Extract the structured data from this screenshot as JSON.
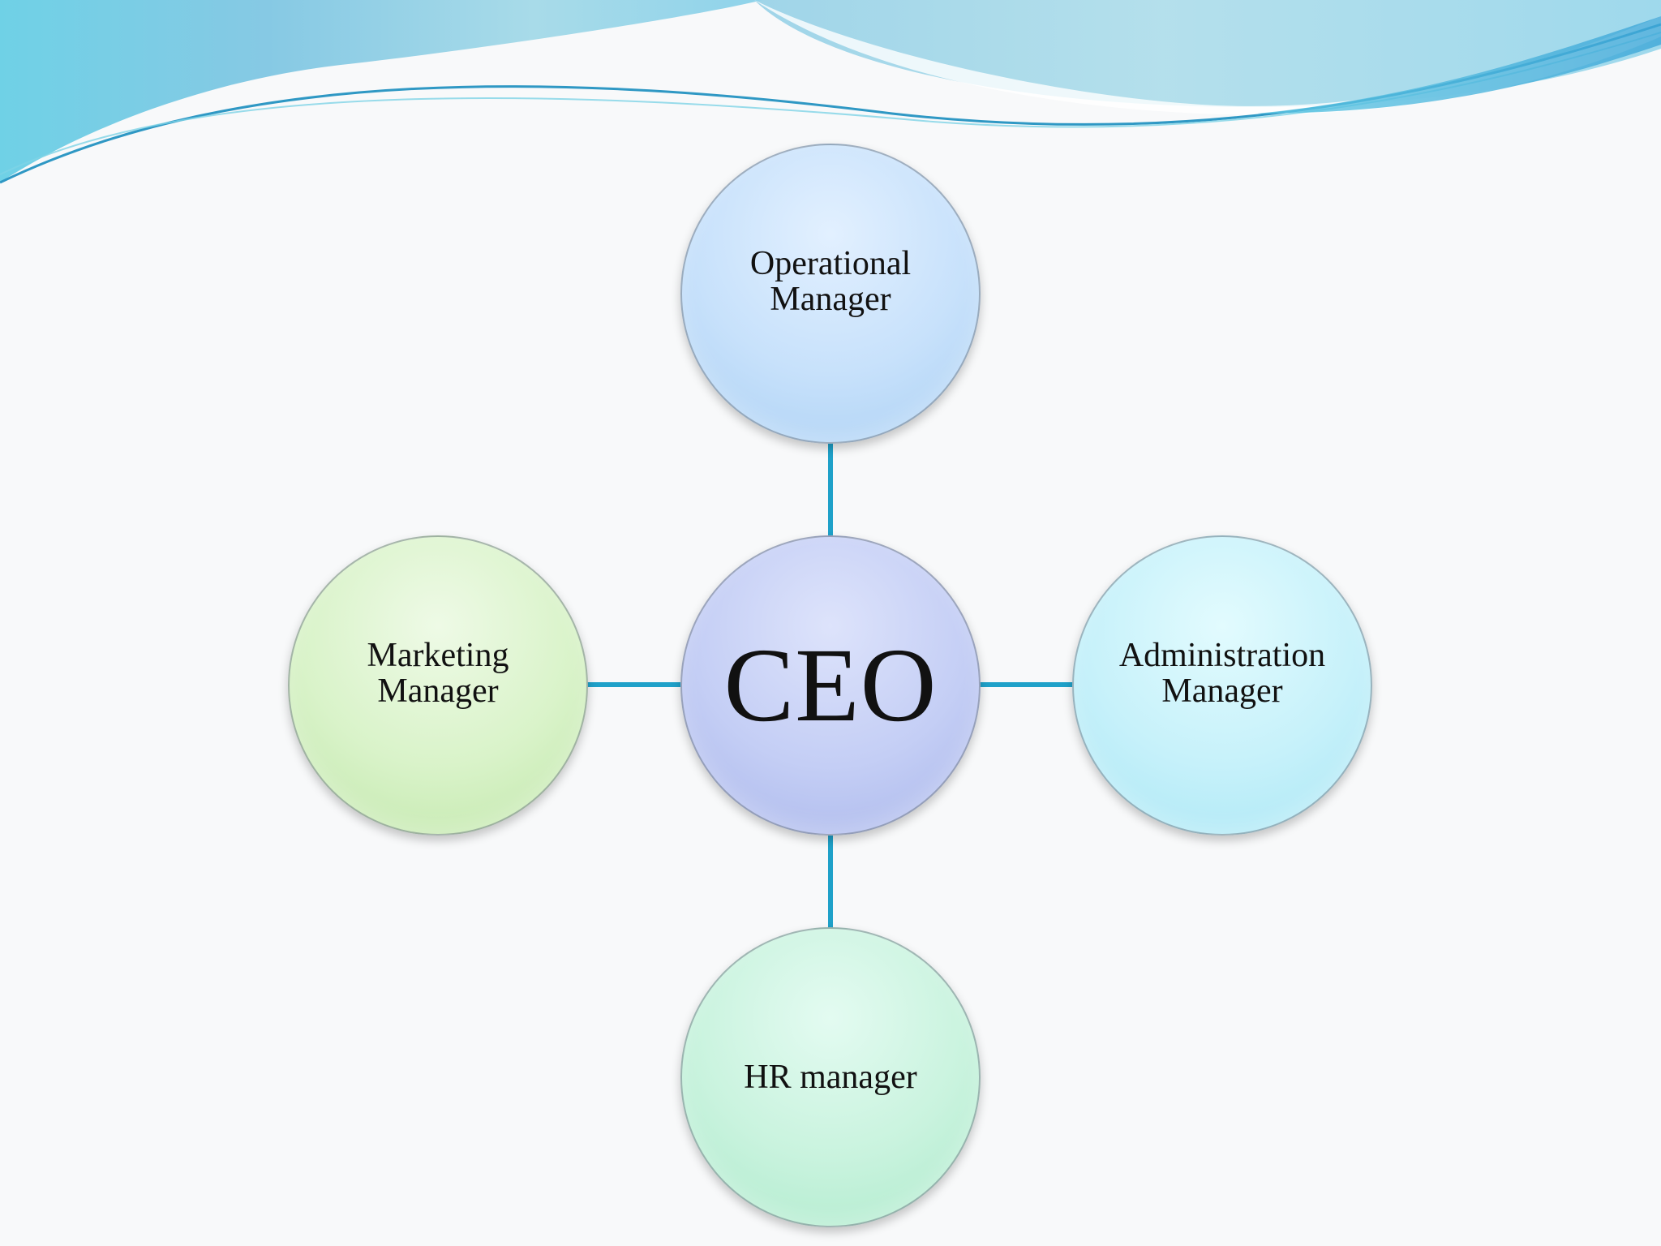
{
  "diagram": {
    "center": {
      "label": "CEO",
      "color": "#b6c3f0"
    },
    "nodes": [
      {
        "id": "top",
        "label": "Operational\nManager",
        "color": "#b7d8f7"
      },
      {
        "id": "left",
        "label": "Marketing\nManager",
        "color": "#cdeeb8"
      },
      {
        "id": "right",
        "label": "Administration\nManager",
        "color": "#b5ecf6"
      },
      {
        "id": "bottom",
        "label": "HR manager",
        "color": "#b8efd4"
      }
    ],
    "connector_color": "#1fa1c9"
  }
}
